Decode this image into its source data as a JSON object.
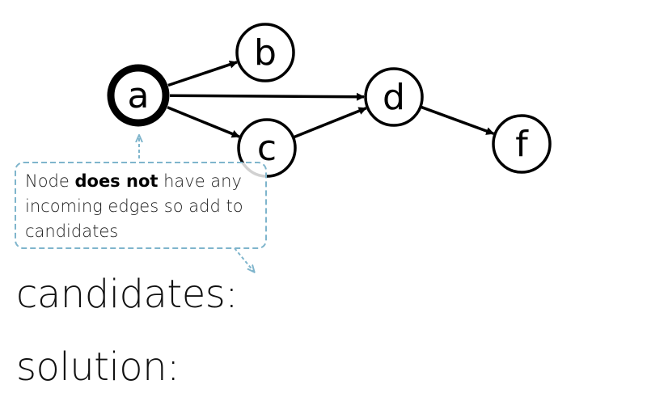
{
  "graph": {
    "nodes": [
      {
        "id": "a",
        "label": "a",
        "highlighted": true
      },
      {
        "id": "b",
        "label": "b",
        "highlighted": false
      },
      {
        "id": "c",
        "label": "c",
        "highlighted": false
      },
      {
        "id": "d",
        "label": "d",
        "highlighted": false
      },
      {
        "id": "f",
        "label": "f",
        "highlighted": false
      }
    ],
    "edges": [
      {
        "from": "a",
        "to": "b"
      },
      {
        "from": "a",
        "to": "d"
      },
      {
        "from": "a",
        "to": "c"
      },
      {
        "from": "c",
        "to": "d"
      },
      {
        "from": "d",
        "to": "f"
      }
    ]
  },
  "callout": {
    "text_before": "Node ",
    "text_bold": "does not",
    "text_after": " have any incoming edges so add to candidates",
    "border_color": "#7fb5cc"
  },
  "labels": {
    "candidates": "candidates:",
    "solution": "solution:"
  }
}
